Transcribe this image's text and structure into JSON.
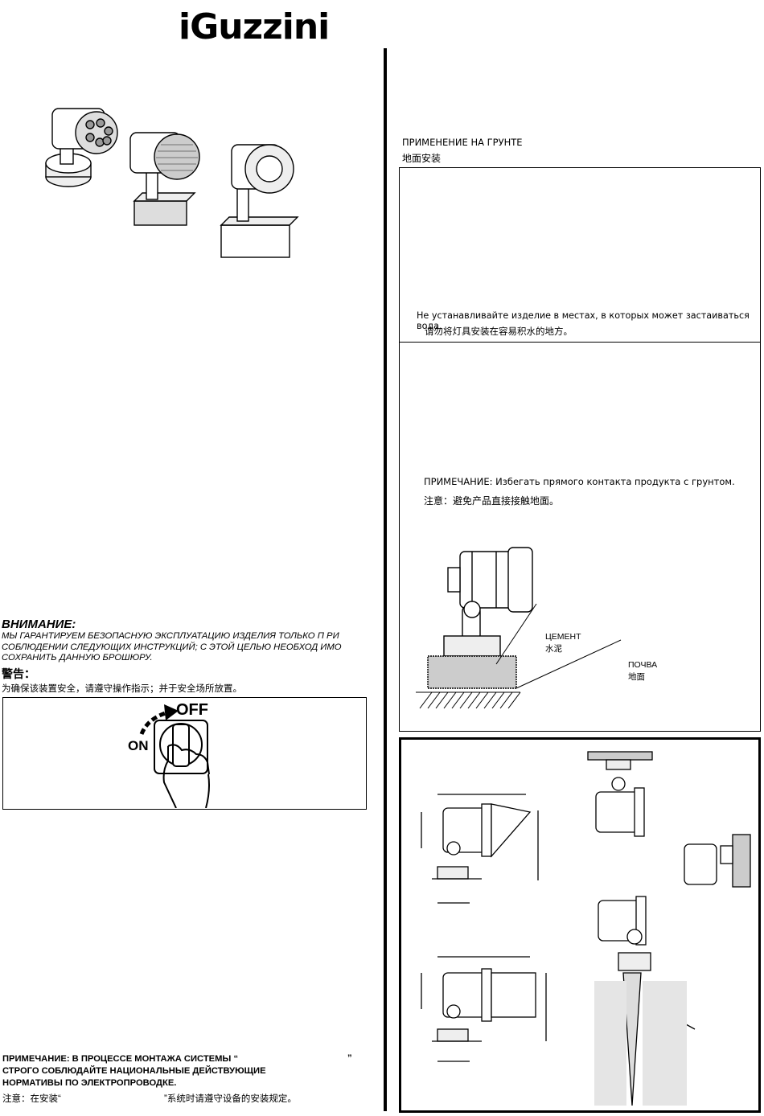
{
  "logo": {
    "text": "iGuzzini"
  },
  "right_column": {
    "ground_title_ru": "ПРИМЕНЕНИЕ НА ГРУНТЕ",
    "ground_title_cn": "地面安装",
    "water_warning_ru": "Не устанавливайте изделие в местах, в которых может застаиваться вода.",
    "water_warning_cn": "请勿将灯具安装在容易积水的地方。",
    "note_ru": "ПРИМЕЧАНИЕ: Избегать прямого контакта продукта с грунтом.",
    "note_cn": "注意：避免产品直接接触地面。",
    "label_cement_ru": "ЦЕМЕНТ",
    "label_cement_cn": "水泥",
    "label_soil_ru": "ПОЧВА",
    "label_soil_cn": "地面"
  },
  "left_column": {
    "warning_title_ru": "ВНИМАНИЕ:",
    "warning_text_ru": "МЫ ГАРАНТИРУЕМ БЕЗОПАСНУЮ ЭКСПЛУАТАЦИЮ ИЗДЕЛИЯ ТОЛЬКО П РИ СОБЛЮДЕНИИ СЛЕДУЮЩИХ ИНСТРУКЦИЙ; С ЭТОЙ ЦЕЛЬЮ НЕОБХОД ИМО СОХРАНИТЬ ДАННУЮ БРОШЮРУ.",
    "warning_title_cn": "警告：",
    "warning_text_cn": "为确保该装置安全，请遵守操作指示；并于安全场所放置。",
    "switch_on": "ON",
    "switch_off": "OFF",
    "bottom_note_line1": "ПРИМЕЧАНИЕ: В ПРОЦЕССЕ МОНТАЖА СИСТЕМЫ “",
    "bottom_note_quote_close": "”",
    "bottom_note_line2": "СТРОГО СОБЛЮДАЙТЕ НАЦИОНАЛЬНЫЕ ДЕЙСТВУЮЩИЕ",
    "bottom_note_line3": "НОРМАТИВЫ ПО ЭЛЕКТРОПРОВОДКЕ.",
    "bottom_note_cn_a": "注意：在安装“",
    "bottom_note_cn_b": "”系统时请遵守设备的安装规定。"
  }
}
